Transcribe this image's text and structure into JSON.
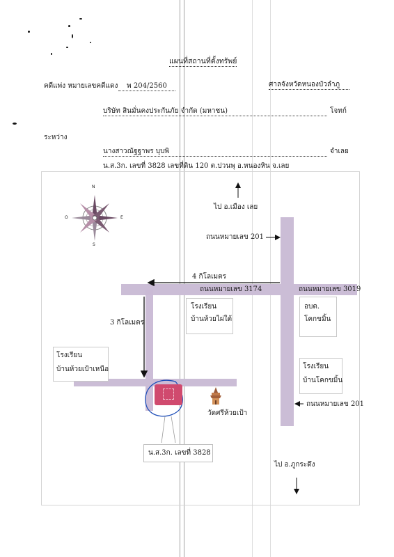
{
  "header": {
    "title": "แผนที่สถานที่ตั้งทรัพย์",
    "case_label": "คดีแพ่ง หมายเลขคดีแดง",
    "case_number": "พ 204/2560",
    "court": "ศาลจังหวัดหนองบัวลำภู",
    "plaintiff_name": "บริษัท สินมั่นคงประกันภัย จำกัด (มหาชน)",
    "plaintiff_role": "โจทก์",
    "between_label": "ระหว่าง",
    "defendant_name": "นางสาวณัฐฐาพร บุบพิ",
    "defendant_role": "จำเลย",
    "land_doc": "น.ส.3ก. เลขที่ 3828 เลขที่ดิน 120 ต.ปวนพุ อ.หนองหิน จ.เลย"
  },
  "compass": {
    "n": "N",
    "s": "S",
    "e": "E",
    "w": "O"
  },
  "map": {
    "to_top": "ไป อ.เมือง เลย",
    "road_201_top": "ถนนหมายเลข 201",
    "distance_4km": "4 กิโลเมตร",
    "road_3174": "ถนนหมายเลข 3174",
    "road_3019": "ถนนหมายเลข 3019",
    "school_huai_phai_tai_1": "โรงเรียน",
    "school_huai_phai_tai_2": "บ้านห้วยไผ่ใต้",
    "obt_1": "อบต.",
    "obt_2": "โคกขมิ้น",
    "distance_3km": "3 กิโลเมตร",
    "school_huai_pao_nuea_1": "โรงเรียน",
    "school_huai_pao_nuea_2": "บ้านห้วยเป้าเหนือ",
    "school_khok_khamin_1": "โรงเรียน",
    "school_khok_khamin_2": "บ้านโคกขมิ้น",
    "temple": "วัดศรีห้วยเป้า",
    "road_201_bottom": "ถนนหมายเลข 201",
    "parcel_label": "น.ส.3ก. เลขที่ 3828",
    "to_bottom": "ไป อ.ภูกระดึง"
  },
  "colors": {
    "road": "#cbbdd6",
    "parcel": "#d04a6e",
    "circle": "#1f4fb8",
    "arrow": "#111111"
  }
}
